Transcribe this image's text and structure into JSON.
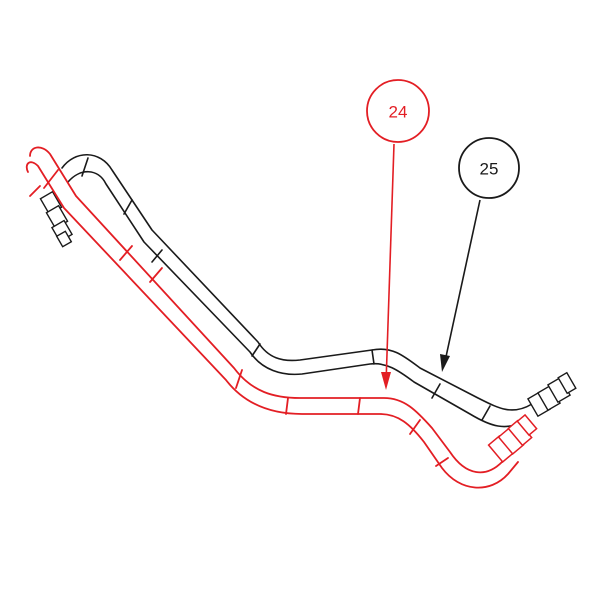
{
  "parts": [
    {
      "number": "24",
      "color": "#e31e24",
      "description_color": "red hose (highlighted part)"
    },
    {
      "number": "25",
      "color": "#1a1a1a",
      "description_color": "black hose"
    }
  ],
  "colors": {
    "background": "#ffffff",
    "highlight": "#e31e24",
    "line": "#1a1a1a"
  }
}
